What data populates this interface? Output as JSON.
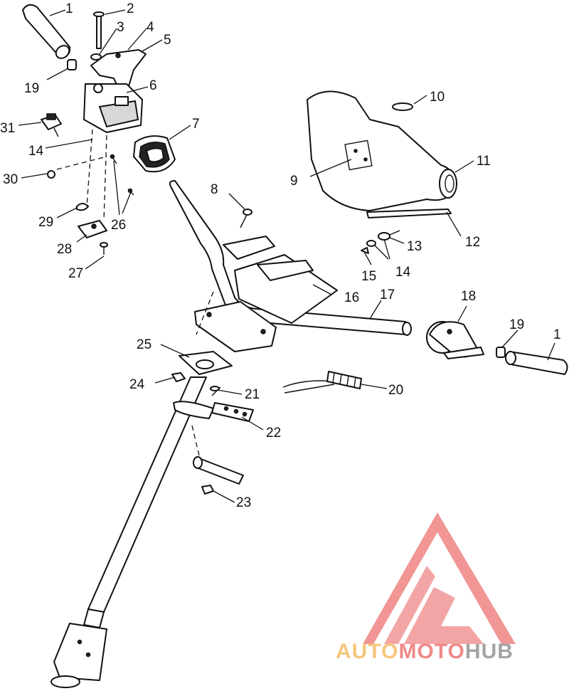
{
  "callouts": {
    "c1a": "1",
    "c2": "2",
    "c3": "3",
    "c4": "4",
    "c5": "5",
    "c6": "6",
    "c7": "7",
    "c8": "8",
    "c9": "9",
    "c10": "10",
    "c11": "11",
    "c12": "12",
    "c13": "13",
    "c14a": "14",
    "c14b": "14",
    "c15": "15",
    "c16": "16",
    "c17": "17",
    "c18": "18",
    "c19a": "19",
    "c19b": "19",
    "c1b": "1",
    "c20": "20",
    "c21": "21",
    "c22": "22",
    "c23": "23",
    "c24": "24",
    "c25": "25",
    "c26": "26",
    "c27": "27",
    "c28": "28",
    "c29": "29",
    "c30": "30",
    "c31": "31"
  },
  "watermark": {
    "part1": "AUTO",
    "part2": "MOTO",
    "part3": "HUB",
    "colors": {
      "triangle": "#f08a8a",
      "auto": "#f6c070",
      "moto": "#ef7d7d",
      "hub": "#9a9a9a"
    }
  }
}
